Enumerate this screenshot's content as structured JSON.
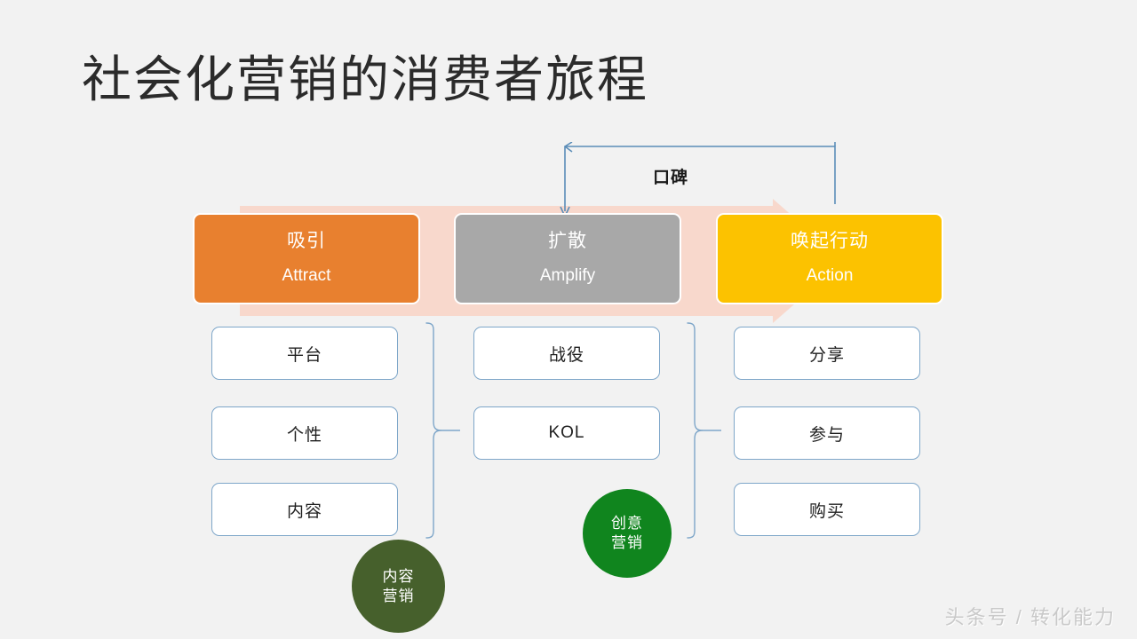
{
  "slide": {
    "title": "社会化营销的消费者旅程",
    "background_color": "#F2F2F2",
    "watermark": "头条号 / 转化能力"
  },
  "feedback_loop": {
    "label": "口碑",
    "arrow_color": "#5B8DB8",
    "direction": "from Action back to Amplify"
  },
  "background_arrow": {
    "color": "#F8D8CC",
    "shape": "right-pointing-arrow"
  },
  "stages": [
    {
      "cn": "吸引",
      "en": "Attract",
      "color": "#E8802F",
      "items": [
        "平台",
        "个性",
        "内容"
      ]
    },
    {
      "cn": "扩散",
      "en": "Amplify",
      "color": "#A8A8A8",
      "items": [
        "战役",
        "KOL"
      ]
    },
    {
      "cn": "唤起行动",
      "en": "Action",
      "color": "#FCC200",
      "items": [
        "分享",
        "参与",
        "购买"
      ]
    }
  ],
  "sub_box_style": {
    "background": "#FFFFFF",
    "border_color": "#7EA6C9"
  },
  "braces": [
    {
      "name": "brace-attract",
      "color": "#7EA6C9"
    },
    {
      "name": "brace-amplify",
      "color": "#7EA6C9"
    }
  ],
  "circles": [
    {
      "line1": "内容",
      "line2": "营销",
      "color": "#46602C"
    },
    {
      "line1": "创意",
      "line2": "营销",
      "color": "#10851E"
    }
  ]
}
